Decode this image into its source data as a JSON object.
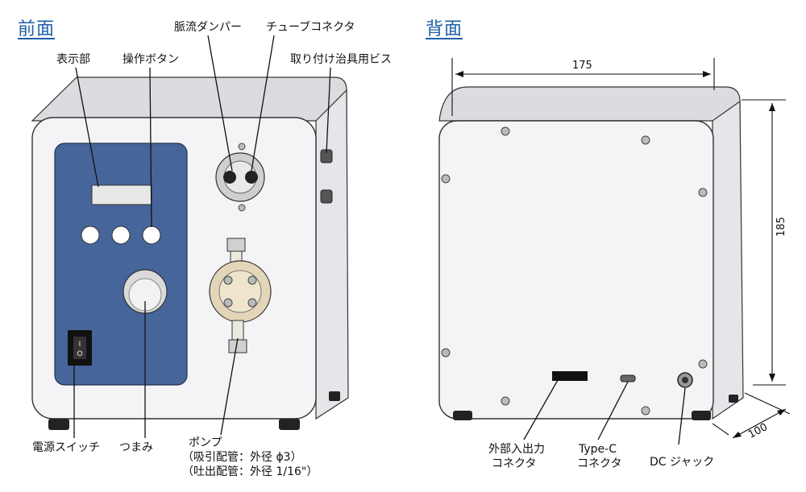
{
  "headers": {
    "front": "前面",
    "back": "背面"
  },
  "front_labels": {
    "display": "表示部",
    "buttons": "操作ボタン",
    "pulsation_damper": "脈流ダンパー",
    "tube_connector": "チューブコネクタ",
    "mount_screw": "取り付け治具用ビス",
    "power_switch": "電源スイッチ",
    "knob": "つまみ",
    "pump": "ポンプ",
    "pump_note1": "（吸引配管：外径 ϕ3）",
    "pump_note2": "（吐出配管：外径 1/16\"）"
  },
  "back_labels": {
    "ext_io_line1": "外部入出力",
    "ext_io_line2": "コネクタ",
    "typec_line1": "Type-C",
    "typec_line2": "コネクタ",
    "dc_jack": "DC ジャック"
  },
  "dimensions": {
    "width": "175",
    "height": "185",
    "depth": "100"
  },
  "colors": {
    "panel_blue": "#46659a",
    "body": "#f4f4f6",
    "top": "#dcdce0",
    "header_blue": "#1f5ea8"
  }
}
